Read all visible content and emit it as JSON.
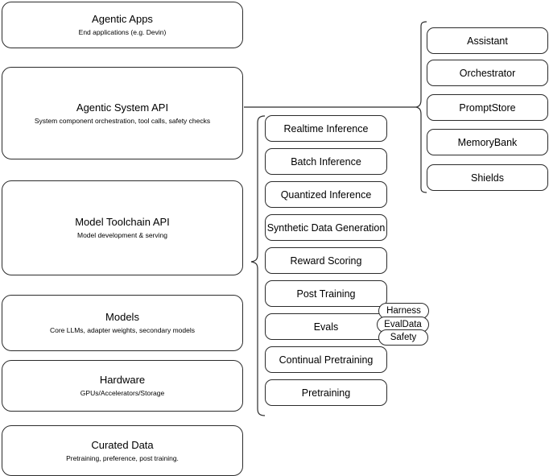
{
  "diagram": {
    "title": "AI stack layered architecture diagram",
    "stroke_color": "#2b2b2b",
    "background_color": "#ffffff"
  },
  "stack_layers": [
    {
      "title": "Agentic Apps",
      "subtitle": "End applications (e.g. Devin)"
    },
    {
      "title": "Agentic System API",
      "subtitle": "System component orchestration, tool calls, safety checks"
    },
    {
      "title": "Model Toolchain API",
      "subtitle": "Model development & serving"
    },
    {
      "title": "Models",
      "subtitle": "Core LLMs, adapter weights, secondary models"
    },
    {
      "title": "Hardware",
      "subtitle": "GPUs/Accelerators/Storage"
    },
    {
      "title": "Curated Data",
      "subtitle": "Pretraining, preference, post training."
    }
  ],
  "toolchain_capabilities": [
    {
      "label": "Realtime Inference"
    },
    {
      "label": "Batch Inference"
    },
    {
      "label": "Quantized Inference"
    },
    {
      "label": "Synthetic Data Generation"
    },
    {
      "label": "Reward Scoring"
    },
    {
      "label": "Post Training"
    },
    {
      "label": "Evals"
    },
    {
      "label": "Continual Pretraining"
    },
    {
      "label": "Pretraining"
    }
  ],
  "evals_subcomponents": [
    {
      "label": "Harness"
    },
    {
      "label": "EvalData"
    },
    {
      "label": "Safety"
    }
  ],
  "agentic_system_components": [
    {
      "label": "Assistant"
    },
    {
      "label": "Orchestrator"
    },
    {
      "label": "PromptStore"
    },
    {
      "label": "MemoryBank"
    },
    {
      "label": "Shields"
    }
  ]
}
